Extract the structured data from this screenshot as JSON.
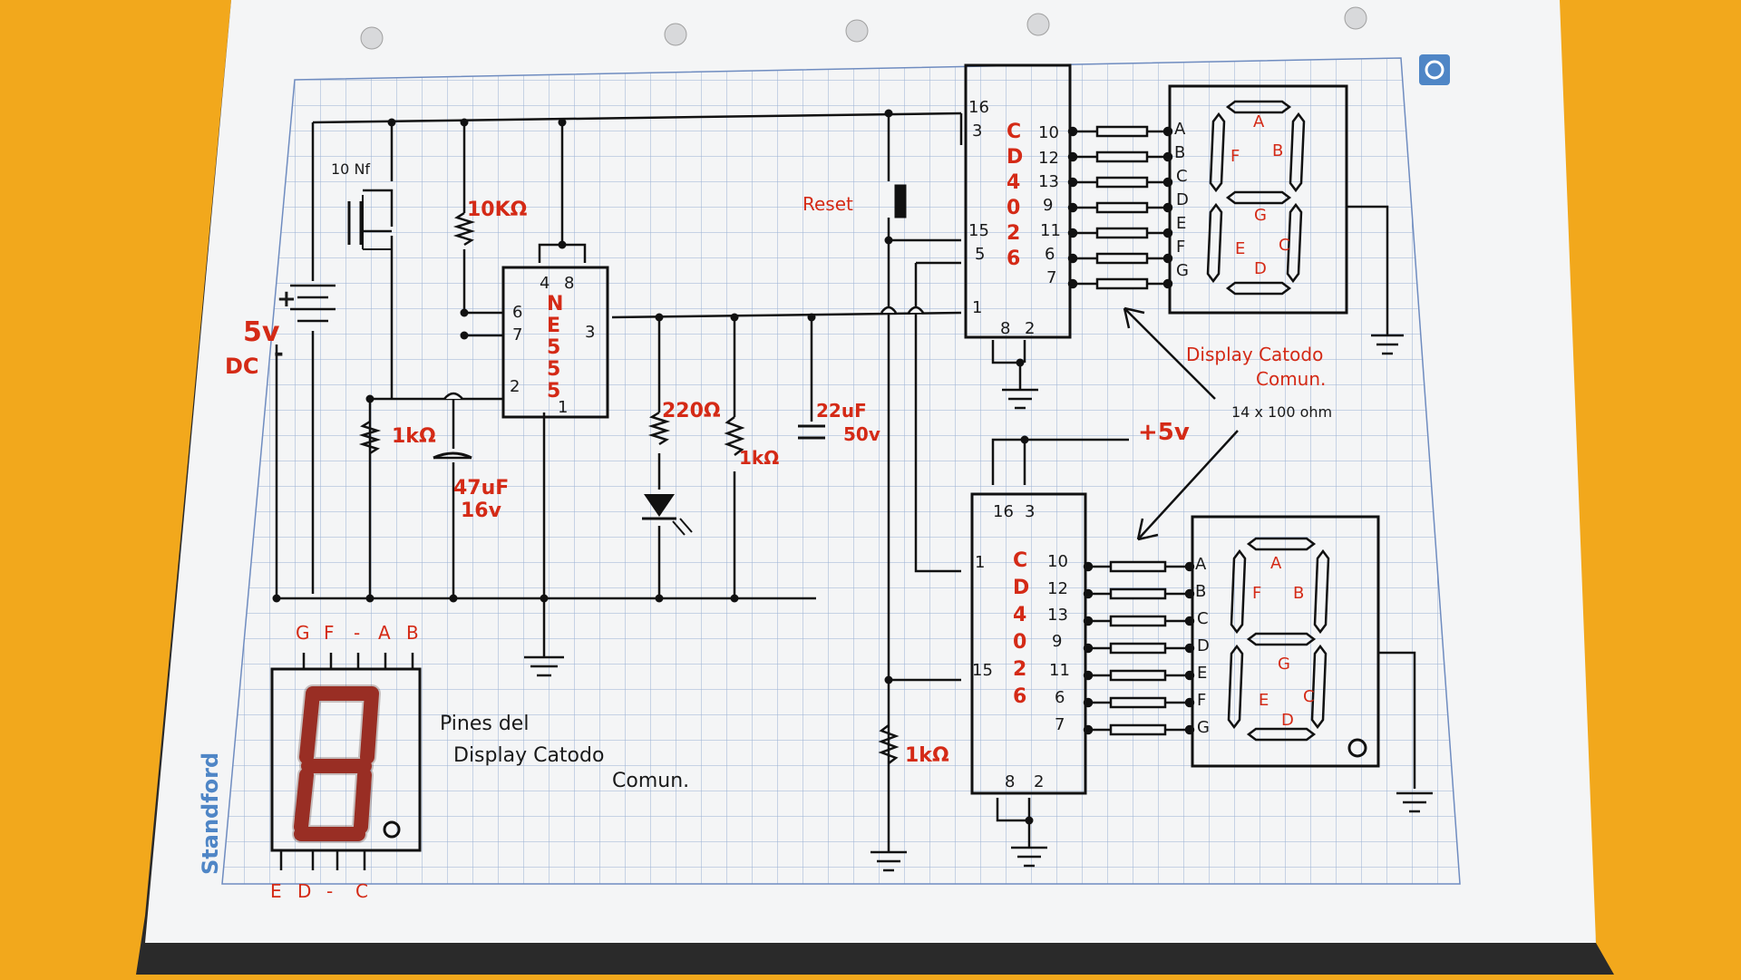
{
  "notebook": {
    "brand": "Standford",
    "colors": {
      "background": "#f2a81c",
      "paper": "#f4f5f6",
      "grid": "#8fa8cf",
      "ink": "#1a1a1a",
      "red_ink": "#d42a16",
      "led_segment": "#b8352a"
    }
  },
  "power": {
    "plus": "+",
    "minus": "-",
    "value": "5v",
    "type": "DC"
  },
  "capacitor_timing": "10 Nf",
  "resistor_10k": "10KΩ",
  "resistor_1k_a": "1kΩ",
  "capacitor_47": {
    "value": "47uF",
    "voltage": "16v"
  },
  "ne555": {
    "letters": [
      "N",
      "E",
      "5",
      "5",
      "5"
    ],
    "pin_4": "4",
    "pin_8": "8",
    "pin_6": "6",
    "pin_7": "7",
    "pin_2": "2",
    "pin_1": "1",
    "pin_3": "3"
  },
  "resistor_220": "220Ω",
  "resistor_1k_b": "1kΩ",
  "capacitor_22": {
    "value": "22uF",
    "voltage": "50v"
  },
  "reset_label": "Reset",
  "cd4026_top": {
    "letters": [
      "C",
      "D",
      "4",
      "0",
      "2",
      "6"
    ],
    "left_pins": [
      "16",
      "3",
      "15",
      "5",
      "1"
    ],
    "right_pins": [
      "10",
      "12",
      "13",
      "9",
      "11",
      "6",
      "7"
    ],
    "bottom_pins": [
      "8",
      "2"
    ]
  },
  "cd4026_bottom": {
    "letters": [
      "C",
      "D",
      "4",
      "0",
      "2",
      "6"
    ],
    "top_pins": [
      "16",
      "3"
    ],
    "left_pins": [
      "1",
      "15"
    ],
    "right_pins": [
      "10",
      "12",
      "13",
      "9",
      "11",
      "6",
      "7"
    ],
    "bottom_pins": [
      "8",
      "2"
    ]
  },
  "segments_pins": [
    "A",
    "B",
    "C",
    "D",
    "E",
    "F",
    "G"
  ],
  "display_segments": [
    "A",
    "F",
    "B",
    "G",
    "E",
    "C",
    "D"
  ],
  "plus5v": "+5v",
  "resistors_note": "14 x 100 ohm",
  "display_title": [
    "Display Catodo",
    "Comun."
  ],
  "resistor_1k_c": "1kΩ",
  "pinout": {
    "top_labels": [
      "G",
      "F",
      "-",
      "A",
      "B"
    ],
    "bottom_labels": [
      "E",
      "D",
      "-",
      "C"
    ],
    "caption": [
      "Pines del",
      "Display Catodo",
      "Comun."
    ]
  }
}
